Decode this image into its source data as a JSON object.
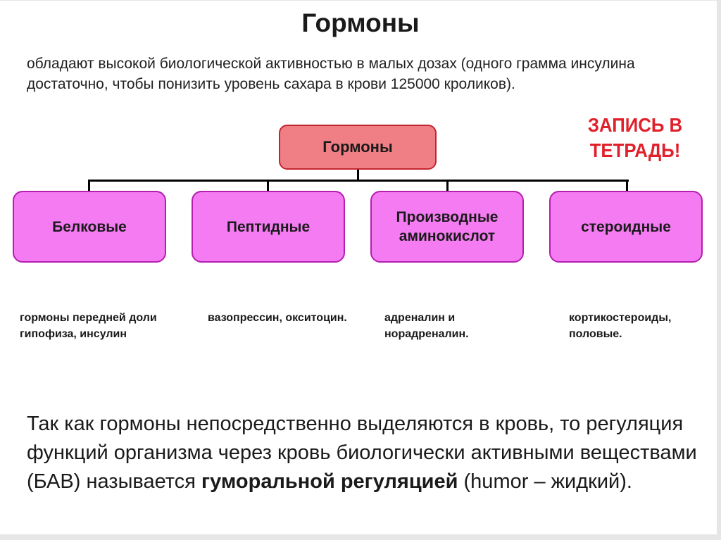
{
  "title": "Гормоны",
  "intro": "обладают высокой биологической активностью в малых дозах (одного грамма инсулина достаточно, чтобы понизить уровень сахара в крови 125000 кроликов).",
  "note": "ЗАПИСЬ В ТЕТРАДЬ!",
  "diagram": {
    "root": "Гормоны",
    "categories": [
      {
        "label": "Белковые",
        "examples": "гормоны передней доли гипофиза, инсулин"
      },
      {
        "label": "Пептидные",
        "examples": "вазопрессин, окситоцин."
      },
      {
        "label": "Производные аминокислот",
        "examples": "адреналин и норадреналин."
      },
      {
        "label": "стероидные",
        "examples": "кортикостероиды, половые."
      }
    ]
  },
  "conclusion": {
    "part1": "Так как гормоны непосредственно выделяются в кровь, то регуляция функций организма через кровь биологически активными веществами (БАВ) называется ",
    "bold": "гуморальной регуляцией",
    "part2": " (humor – жидкий)."
  },
  "colors": {
    "note": "#e0202b",
    "root_fill": "#f07f85",
    "root_border": "#c3242f",
    "category_fill": "#f57bf3",
    "category_border": "#b41fae"
  }
}
